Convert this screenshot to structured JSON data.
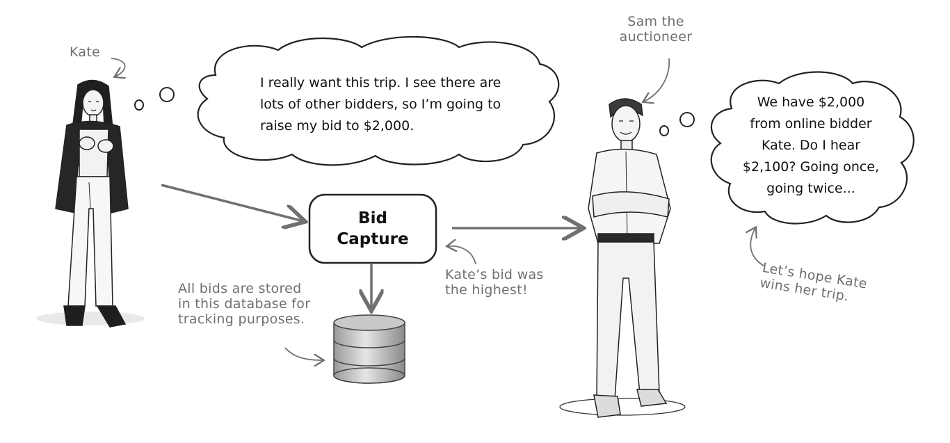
{
  "labels": {
    "kate": "Kate",
    "sam_line1": "Sam the",
    "sam_line2": "auctioneer",
    "kate_thought_line1": "I really want this trip. I see there are",
    "kate_thought_line2": "lots of other bidders, so I’m going to",
    "kate_thought_line3": "raise my bid to $2,000.",
    "sam_thought_line1": "We have $2,000",
    "sam_thought_line2": "from online bidder",
    "sam_thought_line3": "Kate. Do I hear",
    "sam_thought_line4": "$2,100? Going once,",
    "sam_thought_line5": "going twice...",
    "box_line1": "Bid",
    "box_line2": "Capture",
    "highest_line1": "Kate’s bid was",
    "highest_line2": "the highest!",
    "db_note_line1": "All bids are stored",
    "db_note_line2": "in this database for",
    "db_note_line3": "tracking purposes.",
    "hope_line1": "Let’s hope Kate",
    "hope_line2": "wins her trip."
  },
  "colors": {
    "arrow": "#707070",
    "handwriting": "#6f6f6f",
    "outline": "#222222"
  },
  "icons": [
    "kate-figure",
    "sam-figure",
    "database-icon"
  ]
}
